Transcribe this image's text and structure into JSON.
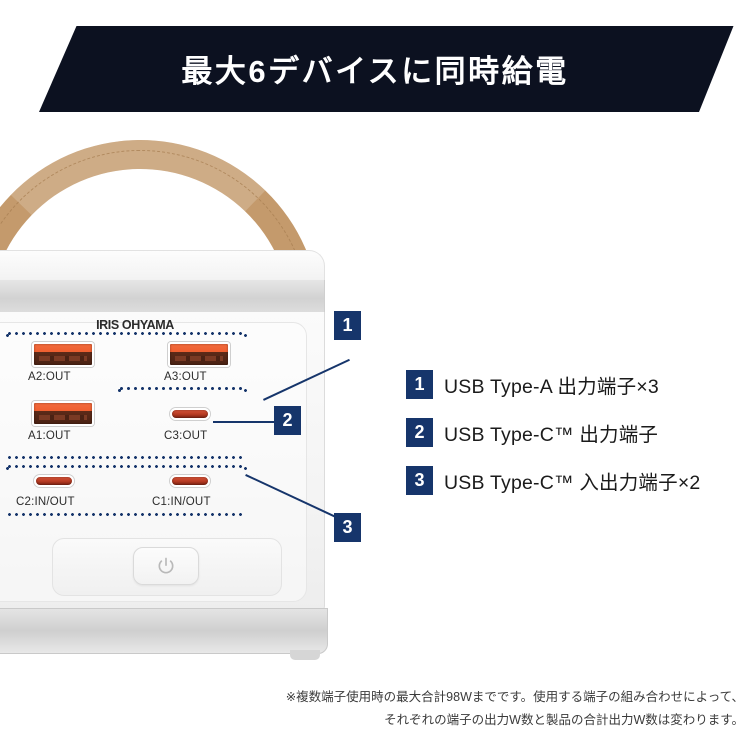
{
  "banner": {
    "title": "最大6デバイスに同時給電",
    "bg_color": "#0c1120",
    "text_color": "#ffffff"
  },
  "product": {
    "brand": "IRIS OHYAMA",
    "power_button_icon": "power-icon",
    "handle_color": "#c49a6c",
    "ports": [
      {
        "id": "a2",
        "type": "usb-a",
        "label": "A2:OUT"
      },
      {
        "id": "a3",
        "type": "usb-a",
        "label": "A3:OUT"
      },
      {
        "id": "a1",
        "type": "usb-a",
        "label": "A1:OUT"
      },
      {
        "id": "c3",
        "type": "usb-c",
        "label": "C3:OUT"
      },
      {
        "id": "c2",
        "type": "usb-c",
        "label": "C2:IN/OUT"
      },
      {
        "id": "c1",
        "type": "usb-c",
        "label": "C1:IN/OUT"
      }
    ],
    "callouts": [
      {
        "number": "1"
      },
      {
        "number": "2"
      },
      {
        "number": "3"
      }
    ]
  },
  "legend": {
    "accent_color": "#16356b",
    "items": [
      {
        "number": "1",
        "label": "USB Type-A 出力端子×3"
      },
      {
        "number": "2",
        "label": "USB Type-C™ 出力端子"
      },
      {
        "number": "3",
        "label": "USB Type-C™ 入出力端子×2"
      }
    ]
  },
  "footer": {
    "line1": "※複数端子使用時の最大合計98Wまでです。使用する端子の組み合わせによって、",
    "line2": "それぞれの端子の出力W数と製品の合計出力W数は変わります。"
  }
}
